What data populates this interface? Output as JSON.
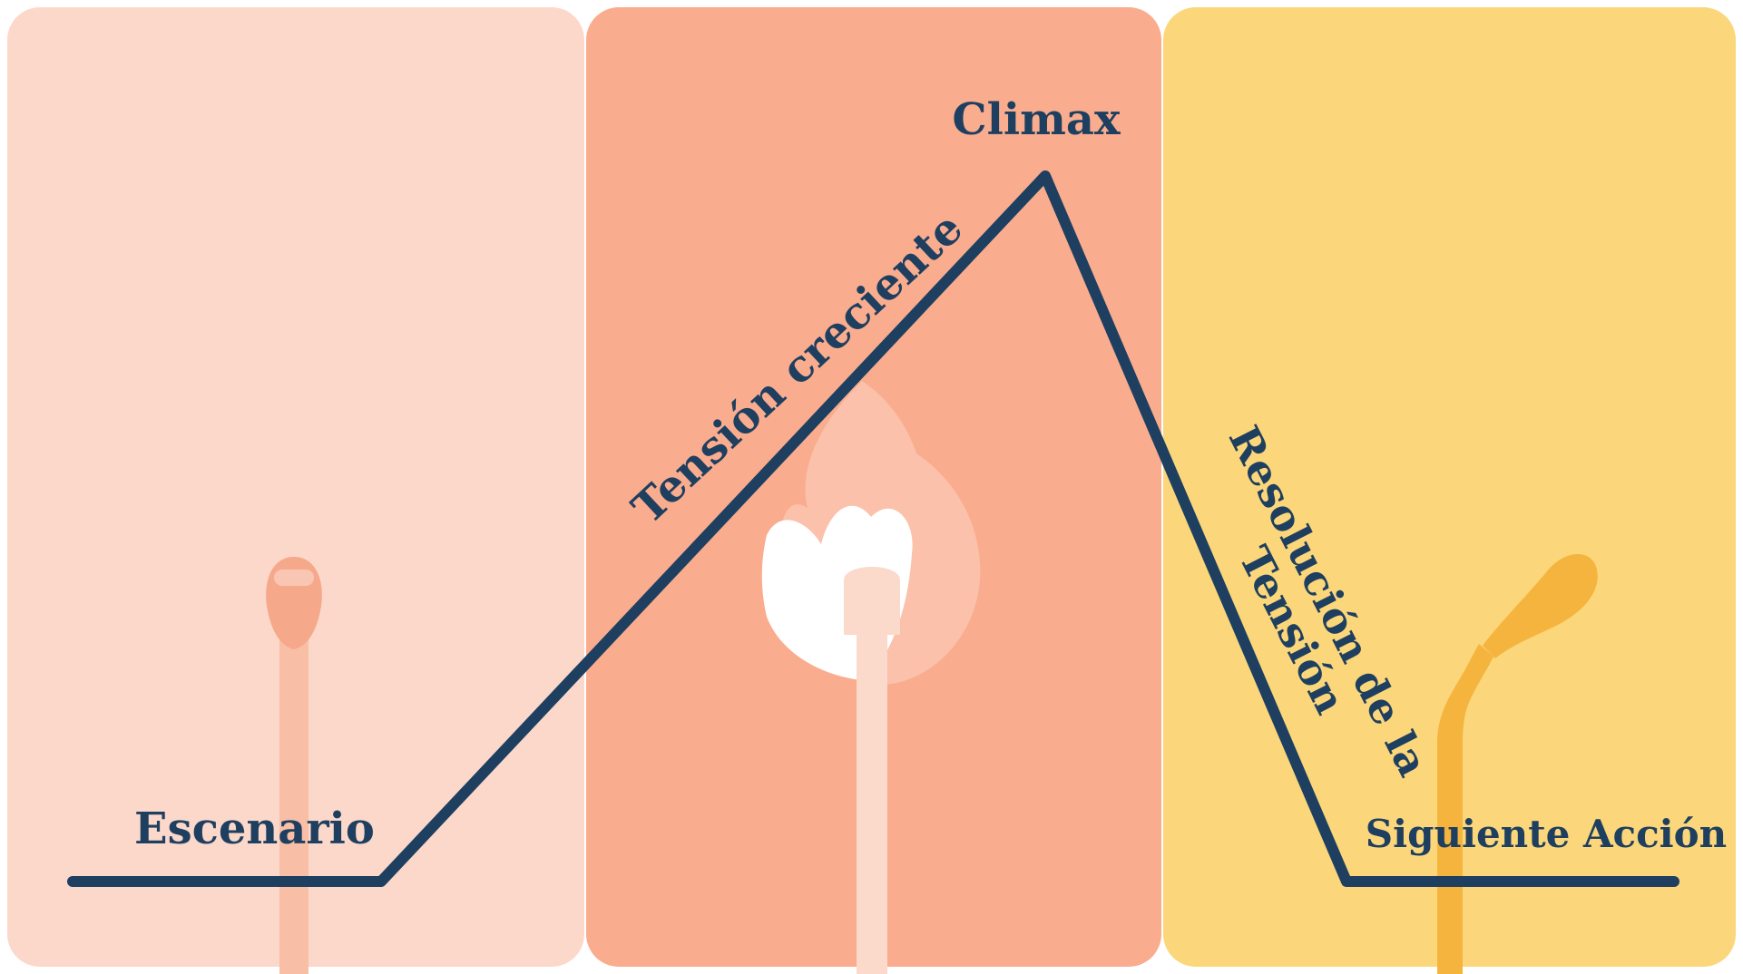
{
  "colors": {
    "panel_setup": "#fcd8cb",
    "panel_rising": "#faac8e",
    "panel_resolution": "#fbd67a",
    "line": "#1e3f5f",
    "text": "#1e3f5f",
    "match_stick_setup": "#f8bea6",
    "match_head_setup": "#f6a88a",
    "match_stick_lit": "#fbd9cb",
    "flame": "#ffffff",
    "match_burnt": "#f5b43e"
  },
  "stages": {
    "setup": "Escenario",
    "rising": "Tensión creciente",
    "climax": "Climax",
    "resolution_line1": "Resolución de la",
    "resolution_line2": "Tensión",
    "next": "Siguiente Acción"
  },
  "icons": {
    "unlit": "match-unlit-icon",
    "burning": "match-burning-icon",
    "burnt": "match-burnt-icon"
  }
}
